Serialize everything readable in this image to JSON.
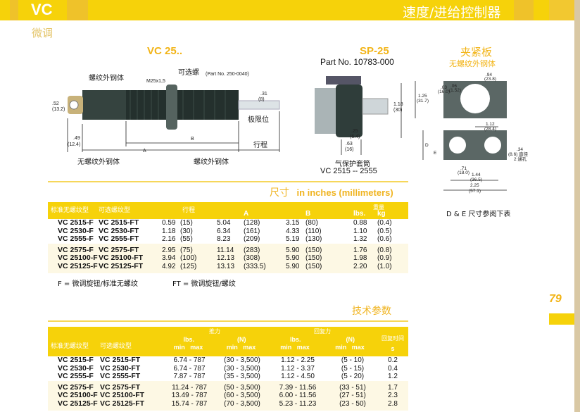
{
  "header": {
    "code": "VC",
    "title": "速度/进给控制器",
    "subtitle": "微调"
  },
  "page_number": "79",
  "vc_drawing": {
    "title": "VC 25..",
    "labels": {
      "thread_body": "螺纹外钢体",
      "thread": "M25x1,5",
      "nut": "可选螺",
      "part_no": "(Part No. 250-0040)",
      "d1": ".52",
      "d1mm": "(13.2)",
      "rod": ".31",
      "rodmm": "(8)",
      "stop": "极限位",
      "d2": ".49",
      "d2mm": "(12.4)",
      "a": "A",
      "b": "B",
      "stroke": "行程"
    },
    "caption_left": "无螺纹外钢体",
    "caption_right": "螺纹外钢体"
  },
  "sp_drawing": {
    "title": "SP-25",
    "part_no": "Part No. 10783-000",
    "labels": {
      "h": "1.18",
      "hmm": "(30)",
      "w1": ".25",
      "w1mm": "(6.4)",
      "w2": ".63",
      "w2mm": "(16)"
    },
    "caption1": "气保护套筒",
    "caption2": "VC 2515 -- 2555"
  },
  "clamp": {
    "title": "夹紧板",
    "subtitle": "无螺纹外钢体",
    "labels": {
      "dia": ".94",
      "diamm": "(23.8)",
      "a": ".63",
      "amm": "(16.0)",
      "b": ".06",
      "bmm": "(1.52)",
      "h": "1.25",
      "hmm": "(31.7)",
      "c": "1.12",
      "cmm": "(28.4)",
      "d": "D",
      "e": "E",
      "hole": ".34",
      "holemm": "(8.6) 直径",
      "holes": "2 通孔",
      "f": ".71",
      "fmm": "(18.0)",
      "g": "1.44",
      "gmm": "(36.5)",
      "w": "2.25",
      "wmm": "(57.1)"
    },
    "note": "D & E 尺寸参阅下表"
  },
  "dims": {
    "title_cn": "尺寸",
    "title_en": "in inches (millimeters)",
    "headers": {
      "std": "标准无螺纹型",
      "opt": "可选螺纹型",
      "stroke": "行程",
      "a": "A",
      "b": "B",
      "weight": "重量",
      "lbs": "lbs.",
      "kg": "kg"
    },
    "rows": [
      [
        "VC 2515-F",
        "VC 2515-FT",
        "0.59",
        "(15)",
        "5.04",
        "(128)",
        "3.15",
        "(80)",
        "0.88",
        "(0.4)"
      ],
      [
        "VC 2530-F",
        "VC 2530-FT",
        "1.18",
        "(30)",
        "6.34",
        "(161)",
        "4.33",
        "(110)",
        "1.10",
        "(0.5)"
      ],
      [
        "VC 2555-F",
        "VC 2555-FT",
        "2.16",
        "(55)",
        "8.23",
        "(209)",
        "5.19",
        "(130)",
        "1.32",
        "(0.6)"
      ],
      [
        "VC 2575-F",
        "VC 2575-FT",
        "2.95",
        "(75)",
        "11.14",
        "(283)",
        "5.90",
        "(150)",
        "1.76",
        "(0.8)"
      ],
      [
        "VC 25100-F",
        "VC 25100-FT",
        "3.94",
        "(100)",
        "12.13",
        "(308)",
        "5.90",
        "(150)",
        "1.98",
        "(0.9)"
      ],
      [
        "VC 25125-F",
        "VC 25125-FT",
        "4.92",
        "(125)",
        "13.13",
        "(333.5)",
        "5.90",
        "(150)",
        "2.20",
        "(1.0)"
      ]
    ],
    "note_f": "F = 微调旋钮/标准无螺纹",
    "note_ft": "FT = 微调旋钮/螺纹"
  },
  "specs": {
    "title": "技术参数",
    "headers": {
      "std": "标准无螺纹型",
      "opt": "可选螺纹型",
      "push": "推力",
      "ret": "回复力",
      "lbs": "lbs.",
      "n": "(N)",
      "minmax": "min   max",
      "time": "回复时间",
      "s": "s"
    },
    "rows": [
      [
        "VC 2515-F",
        "VC 2515-FT",
        "6.74 - 787",
        "(30 - 3,500)",
        "1.12 - 2.25",
        "(5 - 10)",
        "0.2"
      ],
      [
        "VC 2530-F",
        "VC 2530-FT",
        "6.74 - 787",
        "(30 - 3,500)",
        "1.12 - 3.37",
        "(5 - 15)",
        "0.4"
      ],
      [
        "VC 2555-F",
        "VC 2555-FT",
        "7.87 - 787",
        "(35 - 3,500)",
        "1.12 - 4.50",
        "(5 - 20)",
        "1.2"
      ],
      [
        "VC 2575-F",
        "VC 2575-FT",
        "11.24 - 787",
        "(50 - 3,500)",
        "7.39 - 11.56",
        "(33 - 51)",
        "1.7"
      ],
      [
        "VC 25100-F",
        "VC 25100-FT",
        "13.49 - 787",
        "(60 - 3,500)",
        "6.00 - 11.56",
        "(27 - 51)",
        "2.3"
      ],
      [
        "VC 25125-F",
        "VC 25125-FT",
        "15.74 - 787",
        "(70 - 3,500)",
        "5.23 - 11.23",
        "(23 - 50)",
        "2.8"
      ]
    ]
  }
}
